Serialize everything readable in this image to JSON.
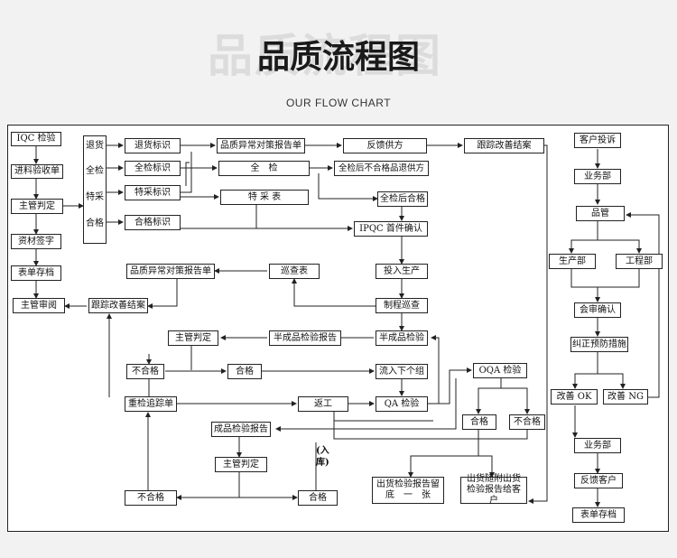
{
  "header": {
    "title": "品质流程图",
    "watermark": "品质流程图",
    "subtitle": "OUR FLOW CHART"
  },
  "nodes": {
    "iqc": "IQC 检验",
    "incoming": "进料验收单",
    "mgr_judge_1": "主管判定",
    "material_sign": "资材签字",
    "form_archive_1": "表单存档",
    "mgr_review": "主管审阅",
    "return_goods": "退货",
    "full_check": "全检",
    "special": "特采",
    "pass": "合格",
    "return_tag": "退货标识",
    "full_tag": "全检标识",
    "special_tag": "特采标识",
    "pass_tag": "合格标识",
    "quality_report_1": "品质异常对策报告单",
    "feedback_supplier": "反馈供方",
    "track_close_1": "跟踪改善结案",
    "full_inspect": "全　检",
    "fail_return": "全检后不合格品退供方",
    "pass_after_full": "全检后合格",
    "special_form": "特 采 表",
    "ipqc_first": "IPQC 首件确认",
    "quality_report_2": "品质异常对策报告单",
    "patrol_form": "巡查表",
    "production": "投入生产",
    "process_patrol": "制程巡查",
    "track_close_2": "跟踪改善结案",
    "mgr_judge_2": "主管判定",
    "semi_report": "半成品检验报告",
    "semi_inspect": "半成品检验",
    "fail_1": "不合格",
    "pass_1": "合格",
    "next_group": "流入下个组",
    "recheck": "重检追踪单",
    "rework": "返工",
    "qa_inspect": "QA 检验",
    "oqa": "OQA 检验",
    "finished_report": "成品检验报告",
    "mgr_judge_3": "主管判定",
    "pass_2": "合格",
    "fail_2": "不合格",
    "fail_3": "不合格",
    "pass_3": "合格",
    "ship_report": "出货检验报告留　底　一　张",
    "ship_attach": "出货随附出货检验报告给客户",
    "complaint": "客户投诉",
    "dept_1": "业务部",
    "qc_dept": "品管",
    "prod_dept": "生产部",
    "eng_dept": "工程部",
    "joint_confirm": "会审确认",
    "corrective": "纠正预防措施",
    "improve_ok": "改善 OK",
    "improve_ng": "改善 NG",
    "dept_2": "业务部",
    "feedback_customer": "反馈客户",
    "form_archive_2": "表单存档"
  },
  "labels": {
    "storage": "(入库)"
  }
}
